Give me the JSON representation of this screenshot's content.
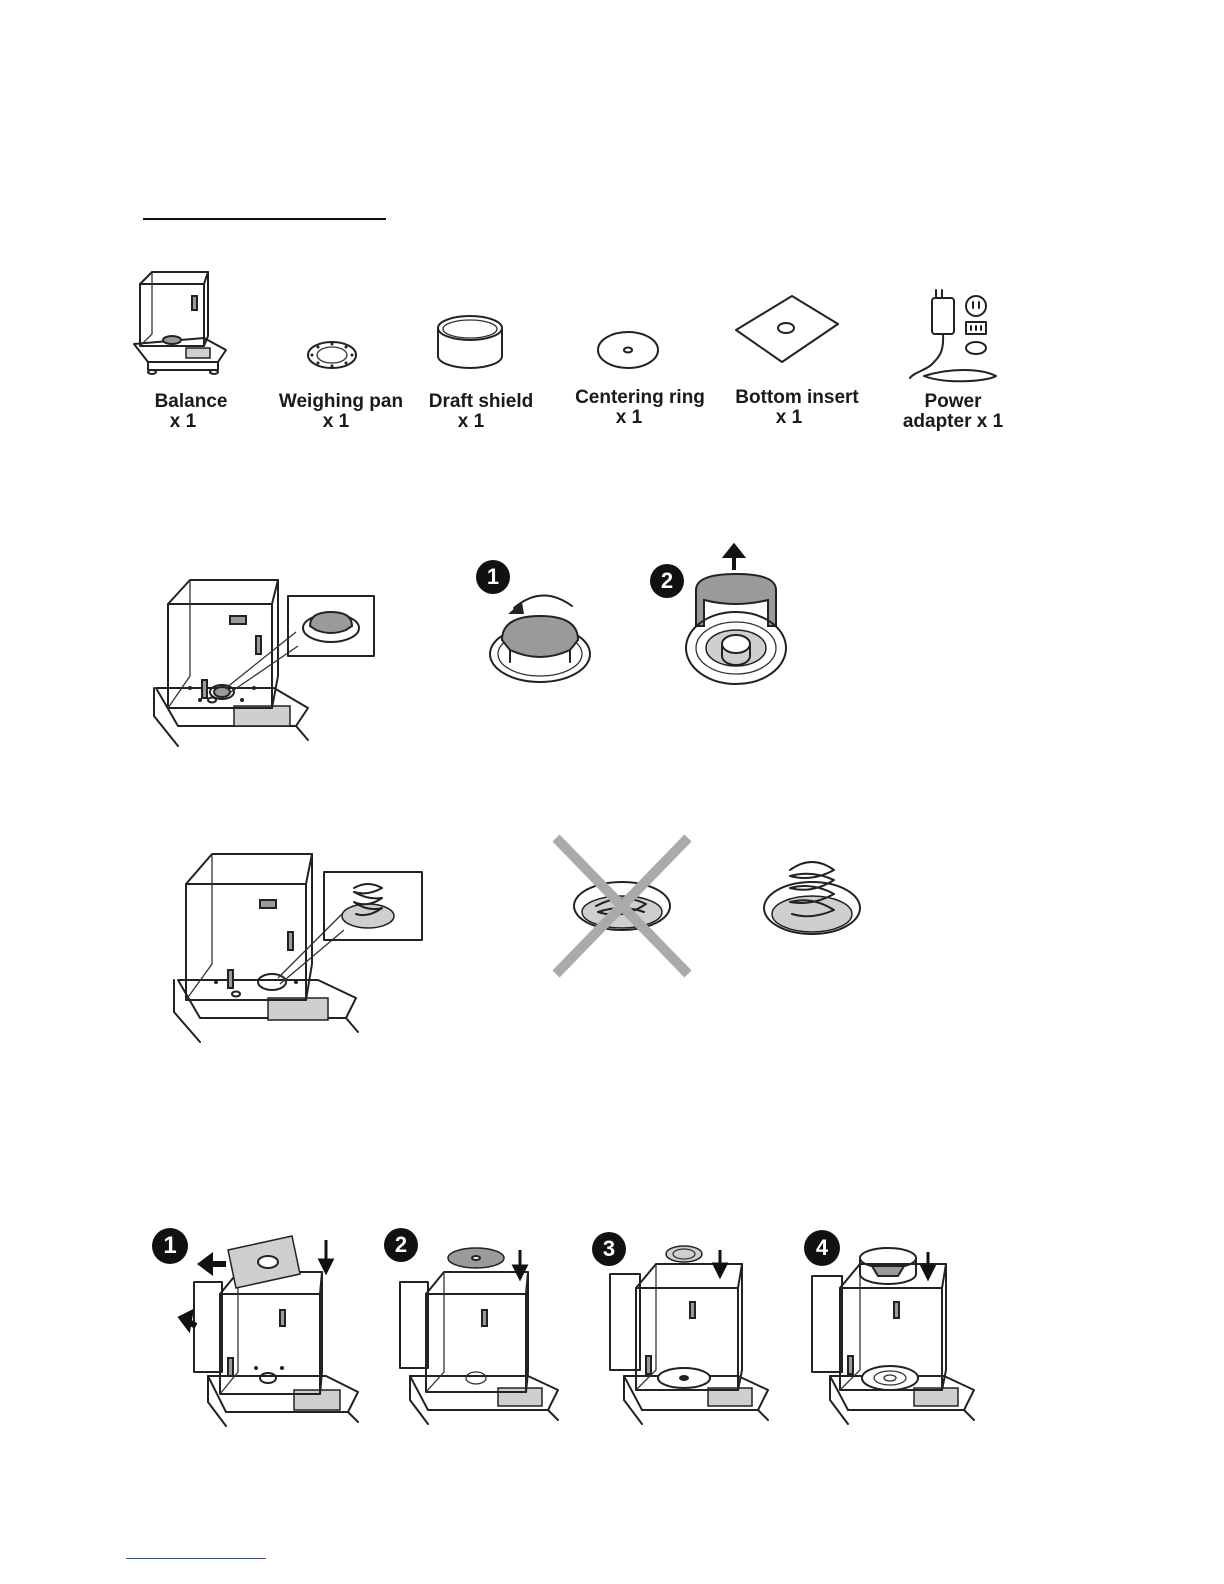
{
  "package_contents": {
    "items": [
      {
        "name": "Balance",
        "qty": "x 1"
      },
      {
        "name": "Weighing pan",
        "qty": "x 1"
      },
      {
        "name": "Draft shield",
        "qty": "x 1"
      },
      {
        "name": "Centering ring",
        "qty": "x 1"
      },
      {
        "name": "Bottom insert",
        "qty": "x 1"
      },
      {
        "name": "Power",
        "qty": "adapter x 1"
      }
    ]
  },
  "steps": {
    "unlock": [
      "1",
      "2"
    ],
    "install": [
      "1",
      "2",
      "3",
      "4"
    ]
  }
}
